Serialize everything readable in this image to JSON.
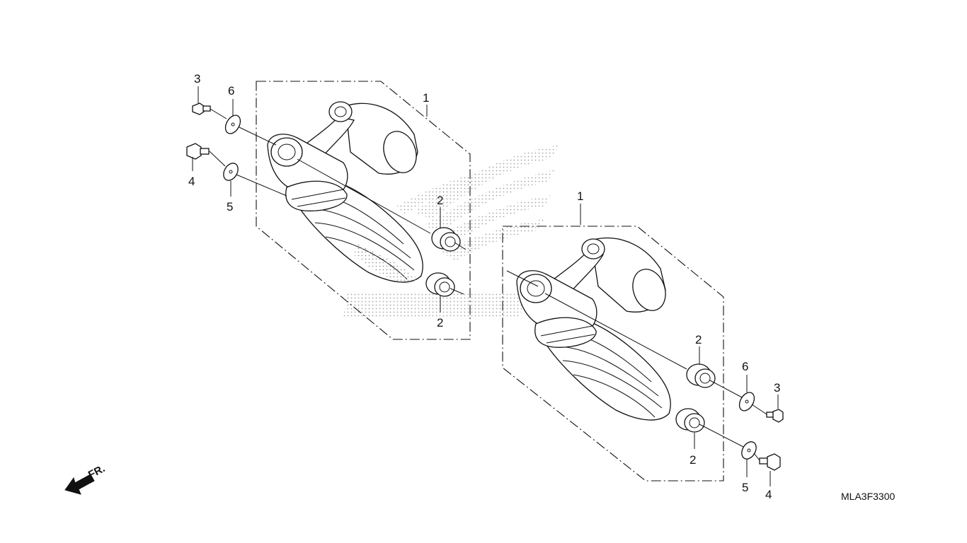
{
  "diagram": {
    "code": "MLA3F3300",
    "direction_label": "FR.",
    "left_assembly": {
      "callouts": [
        {
          "id": "L1",
          "text": "1"
        },
        {
          "id": "L2a",
          "text": "2"
        },
        {
          "id": "L2b",
          "text": "2"
        },
        {
          "id": "L3",
          "text": "3"
        },
        {
          "id": "L4",
          "text": "4"
        },
        {
          "id": "L5",
          "text": "5"
        },
        {
          "id": "L6",
          "text": "6"
        }
      ]
    },
    "right_assembly": {
      "callouts": [
        {
          "id": "R1",
          "text": "1"
        },
        {
          "id": "R2a",
          "text": "2"
        },
        {
          "id": "R2b",
          "text": "2"
        },
        {
          "id": "R3",
          "text": "3"
        },
        {
          "id": "R4",
          "text": "4"
        },
        {
          "id": "R5",
          "text": "5"
        },
        {
          "id": "R6",
          "text": "6"
        }
      ]
    }
  }
}
